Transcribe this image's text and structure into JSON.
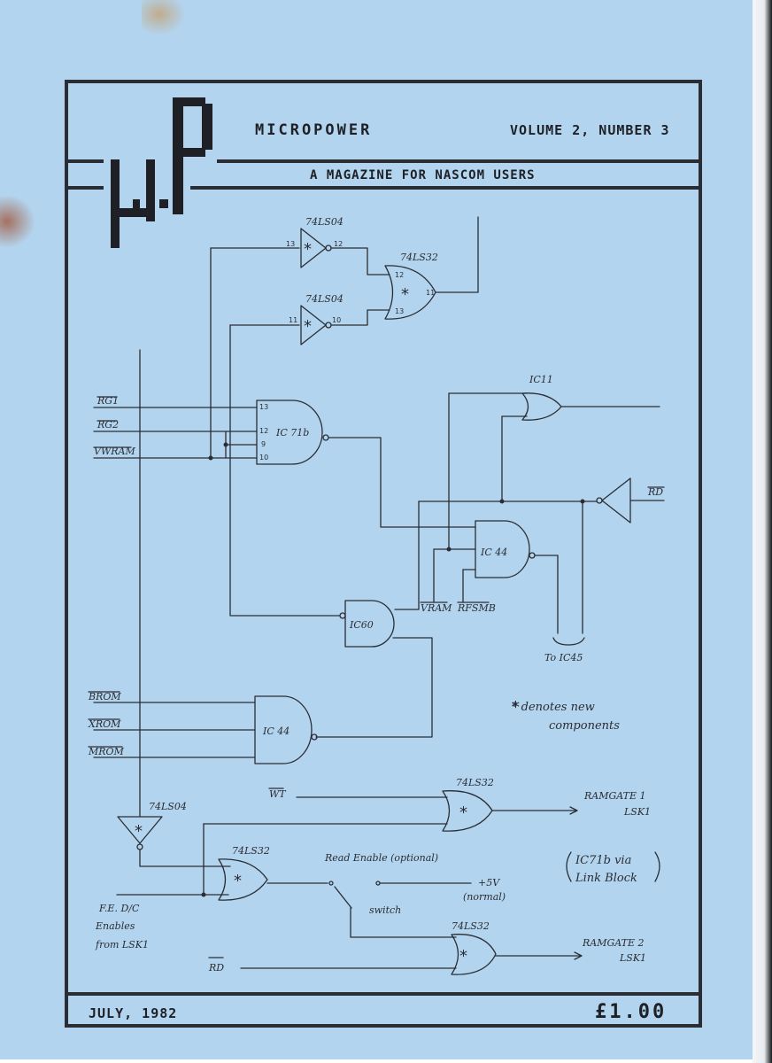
{
  "header": {
    "logo": "μP",
    "magazine_name": "MICROPOWER",
    "volume_number": "VOLUME 2, NUMBER 3",
    "tagline": "A MAGAZINE FOR NASCOM USERS"
  },
  "footer": {
    "date": "JULY, 1982",
    "price": "£1.00"
  },
  "schematic": {
    "chips": {
      "top_inverter_1": "74LS04",
      "top_inverter_2": "74LS04",
      "top_or": "74LS32",
      "ic11": "IC11",
      "ic71b": "IC 71b",
      "ic44_upper": "IC 44",
      "ic60": "IC60",
      "ic44_lower": "IC 44",
      "left_inverter": "74LS04",
      "or_ramgate1": "74LS32",
      "or_read_enable": "74LS32",
      "or_ramgate2": "74LS32"
    },
    "pins": {
      "inv1_in": "13",
      "inv1_out": "12",
      "inv2_in": "11",
      "inv2_out": "10",
      "or_in_a": "12",
      "or_in_b": "13",
      "or_out": "11",
      "ic71b_p13": "13",
      "ic71b_p12": "12",
      "ic71b_p9": "9",
      "ic71b_p10": "10"
    },
    "signals": {
      "rg1": "RG1",
      "rg2": "RG2",
      "vwram": "VWRAM",
      "rd": "RD",
      "vram": "VRAM",
      "rfsmb": "RFSMB",
      "to_ic45": "To IC45",
      "brom": "BROM",
      "xrom": "XROM",
      "mrom": "MROM",
      "wt": "WT",
      "ramgate1": "RAMGATE 1",
      "lsk1_a": "LSK1",
      "read_enable": "Read Enable (optional)",
      "plus5v": "+5V",
      "normal": "(normal)",
      "switch": "switch",
      "fe_dc_1": "F.E. D/C",
      "fe_dc_2": "Enables",
      "fe_dc_3": "from LSK1",
      "ramgate2": "RAMGATE 2",
      "lsk1_b": "LSK1",
      "rd_bottom": "RD"
    },
    "notes": {
      "new_components_1": "* denotes new",
      "new_components_2": "components",
      "link_block_1": "IC71b via",
      "link_block_2": "Link Block"
    }
  },
  "colors": {
    "cover_blue": "#b3d4ee",
    "ink": "#2a2d33"
  }
}
